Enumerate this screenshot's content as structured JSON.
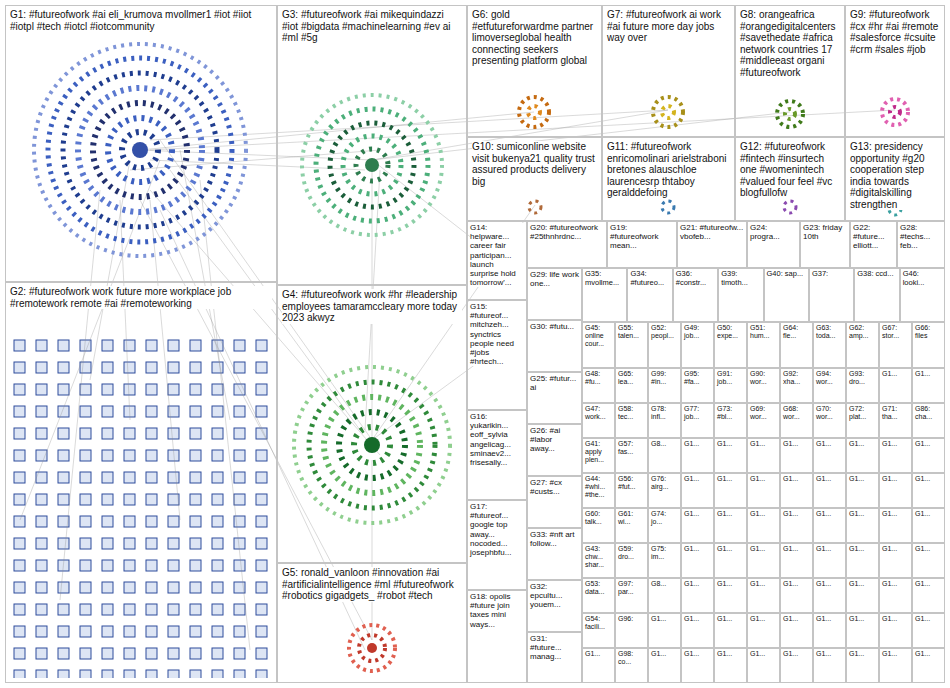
{
  "diagram": {
    "nodes": [
      {
        "text": [
          "G1: #futureofwork #ai eli_krumova mvollmer1 #iot #iiot #iotpl #tech #iotcl #iotcommunity"
        ]
      },
      {
        "text": [
          "G2: #futureofwork work future more workplace job #remotework remote #ai #remoteworking"
        ]
      },
      {
        "text": [
          "G3: #futureofwork #ai mikequindazzi #iot #bigdata #machinelearning #ev ai #ml #5g"
        ]
      },
      {
        "text": [
          "G4: #futureofwork work #hr #leadership employees tamaramccleary more today 2023 akwyz"
        ]
      },
      {
        "text": [
          "G5: ronald_vanloon #innovation #ai #artificialintelligence #ml #futureofwork #robotics gigadgets_ #robot #tech"
        ]
      },
      {
        "text": [
          "G6: gold #etfutureforwardme partner limoverseglobal health connecting seekers presenting platform global"
        ]
      },
      {
        "text": [
          "G7: #futureofwork ai work #ai future more day jobs way over"
        ]
      },
      {
        "text": [
          "G8: orangeafrica #orangedigitalcenters #savethedate #africa network countries 17 #middleeast organi #futureofwork"
        ]
      },
      {
        "text": [
          "G9: #futureofwork #cx #hr #ai #remote #salesforce #csuite #crm #sales #job"
        ]
      },
      {
        "text": [
          "G10: sumiconline website visit bukenya21 quality trust assured products delivery big"
        ]
      },
      {
        "text": [
          "G11: #futureofwork enricomolinari arielstraboni bretones alauschloe laurencesrp thtaboy geralddefoing"
        ]
      },
      {
        "text": [
          "G12: #futureofwork #fintech #insurtech one #womenintech #valued four feel #vc blogfullofw"
        ]
      },
      {
        "text": [
          "G13: presidency opportunity #g20 cooperation step india towards #digitalskilling strengthen"
        ]
      },
      {
        "text": [
          "G14: helpware... career fair participan... launch surprise hold tomorrow'..."
        ]
      },
      {
        "text": [
          "G15: #futureof... mitchzeh... synctrics people need #jobs #hrtech..."
        ]
      },
      {
        "text": [
          "G16: yukarikin... eoff_sylvia angelicag... sminaev2... frisesally..."
        ]
      },
      {
        "text": [
          "G17: #futureof... google top away... nocoded... josephbfu..."
        ]
      },
      {
        "text": [
          "G18: opolis #future join taxes mini ways..."
        ]
      },
      {
        "text": [
          "G20: #futureofwork #25thnhrdnc..."
        ]
      },
      {
        "text": [
          "G19: #futureofwork mean..."
        ]
      },
      {
        "text": [
          "G21: #futureofw... vbofeb..."
        ]
      },
      {
        "text": [
          "G24: progra..."
        ]
      },
      {
        "text": [
          "G23: friday 10th"
        ]
      },
      {
        "text": [
          "G22: #future... elliott..."
        ]
      },
      {
        "text": [
          "G28: #techs... feb..."
        ]
      },
      {
        "text": [
          "G29: life work one..."
        ]
      },
      {
        "text": [
          "G30: #futu..."
        ]
      },
      {
        "text": [
          "G25: #futur... ai"
        ]
      },
      {
        "text": [
          "G26: #ai #labor away..."
        ]
      },
      {
        "text": [
          "G27: #cx #custs..."
        ]
      },
      {
        "text": [
          "G33: #nft art follow..."
        ]
      },
      {
        "text": [
          "G32: epcultu... youem..."
        ]
      },
      {
        "text": [
          "G31: #future... manag..."
        ]
      },
      {
        "text": [
          "G35: mvollme..."
        ]
      },
      {
        "text": [
          "G34: #futureo..."
        ]
      },
      {
        "text": [
          "G36: #constr..."
        ]
      },
      {
        "text": [
          "G39: timoth..."
        ]
      },
      {
        "text": [
          "G40: sap..."
        ]
      },
      {
        "text": [
          "G37:"
        ]
      },
      {
        "text": [
          "G38: ccd..."
        ]
      },
      {
        "text": [
          "G46: looki..."
        ]
      },
      {
        "text": [
          "G45: online cour..."
        ]
      },
      {
        "text": [
          "G55: talen..."
        ]
      },
      {
        "text": [
          "G52: peopl..."
        ]
      },
      {
        "text": [
          "G49: job..."
        ]
      },
      {
        "text": [
          "G50: expe..."
        ]
      },
      {
        "text": [
          "G51: hum..."
        ]
      },
      {
        "text": [
          "G64: fle..."
        ]
      },
      {
        "text": [
          "G63: toda..."
        ]
      },
      {
        "text": [
          "G62: amp..."
        ]
      },
      {
        "text": [
          "G67: stor..."
        ]
      },
      {
        "text": [
          "G66: files"
        ]
      },
      {
        "text": [
          "G48: #fu..."
        ]
      },
      {
        "text": [
          "G65: lea..."
        ]
      },
      {
        "text": [
          "G99: #in..."
        ]
      },
      {
        "text": [
          "G95: #fa..."
        ]
      },
      {
        "text": [
          "G91: job..."
        ]
      },
      {
        "text": [
          "G90: wor..."
        ]
      },
      {
        "text": [
          "G92: xha..."
        ]
      },
      {
        "text": [
          "G94: wor..."
        ]
      },
      {
        "text": [
          "G93: dro..."
        ]
      },
      {
        "text": [
          "G1..."
        ]
      },
      {
        "text": [
          "G1..."
        ]
      },
      {
        "text": [
          "G47: work..."
        ]
      },
      {
        "text": [
          "G58: tec..."
        ]
      },
      {
        "text": [
          "G78: infl..."
        ]
      },
      {
        "text": [
          "G77: job..."
        ]
      },
      {
        "text": [
          "G73: #bl..."
        ]
      },
      {
        "text": [
          "G69: wor..."
        ]
      },
      {
        "text": [
          "G68: wor..."
        ]
      },
      {
        "text": [
          "G70: wor..."
        ]
      },
      {
        "text": [
          "G72: plat..."
        ]
      },
      {
        "text": [
          "G71: tha..."
        ]
      },
      {
        "text": [
          "G86: cha..."
        ]
      },
      {
        "text": [
          "G41: apply plen..."
        ]
      },
      {
        "text": [
          "G57: fas..."
        ]
      },
      {
        "text": [
          "G8..."
        ]
      },
      {
        "text": [
          "G1..."
        ]
      },
      {
        "text": [
          "G1..."
        ]
      },
      {
        "text": [
          "G1..."
        ]
      },
      {
        "text": [
          "G1..."
        ]
      },
      {
        "text": [
          "G1..."
        ]
      },
      {
        "text": [
          "G1..."
        ]
      },
      {
        "text": [
          "G1..."
        ]
      },
      {
        "text": [
          "G1..."
        ]
      },
      {
        "text": [
          "G44: #whi... #the..."
        ]
      },
      {
        "text": [
          "G56: #fut..."
        ]
      },
      {
        "text": [
          "G76: airg..."
        ]
      },
      {
        "text": [
          "G1..."
        ]
      },
      {
        "text": [
          "G1..."
        ]
      },
      {
        "text": [
          "G1..."
        ]
      },
      {
        "text": [
          "G1..."
        ]
      },
      {
        "text": [
          "G1..."
        ]
      },
      {
        "text": [
          "G1..."
        ]
      },
      {
        "text": [
          "G1..."
        ]
      },
      {
        "text": [
          "G1..."
        ]
      },
      {
        "text": [
          "G60: talk..."
        ]
      },
      {
        "text": [
          "G61: wi..."
        ]
      },
      {
        "text": [
          "G74: jo..."
        ]
      },
      {
        "text": [
          "G1..."
        ]
      },
      {
        "text": [
          "G1..."
        ]
      },
      {
        "text": [
          "G1..."
        ]
      },
      {
        "text": [
          "G1..."
        ]
      },
      {
        "text": [
          "G1..."
        ]
      },
      {
        "text": [
          "G1..."
        ]
      },
      {
        "text": [
          "G1..."
        ]
      },
      {
        "text": [
          "G1..."
        ]
      },
      {
        "text": [
          "G43: chw... shar..."
        ]
      },
      {
        "text": [
          "G59: dro..."
        ]
      },
      {
        "text": [
          "G75: im..."
        ]
      },
      {
        "text": [
          "G1..."
        ]
      },
      {
        "text": [
          "G1..."
        ]
      },
      {
        "text": [
          "G1..."
        ]
      },
      {
        "text": [
          "G1..."
        ]
      },
      {
        "text": [
          "G1..."
        ]
      },
      {
        "text": [
          "G1..."
        ]
      },
      {
        "text": [
          "G1..."
        ]
      },
      {
        "text": [
          "G1..."
        ]
      },
      {
        "text": [
          "G53: data..."
        ]
      },
      {
        "text": [
          "G97: par..."
        ]
      },
      {
        "text": [
          "G8..."
        ]
      },
      {
        "text": [
          "G1..."
        ]
      },
      {
        "text": [
          "G1..."
        ]
      },
      {
        "text": [
          "G1..."
        ]
      },
      {
        "text": [
          "G1..."
        ]
      },
      {
        "text": [
          "G1..."
        ]
      },
      {
        "text": [
          "G1..."
        ]
      },
      {
        "text": [
          "G1..."
        ]
      },
      {
        "text": [
          "G1..."
        ]
      },
      {
        "text": [
          "G54: facili..."
        ]
      },
      {
        "text": [
          "G96:"
        ]
      },
      {
        "text": [
          "G1..."
        ]
      },
      {
        "text": [
          "G1..."
        ]
      },
      {
        "text": [
          "G1..."
        ]
      },
      {
        "text": [
          "G1..."
        ]
      },
      {
        "text": [
          "G1..."
        ]
      },
      {
        "text": [
          "G1..."
        ]
      },
      {
        "text": [
          "G1..."
        ]
      },
      {
        "text": [
          "G1..."
        ]
      },
      {
        "text": [
          "G1..."
        ]
      },
      {
        "text": [
          "G1..."
        ]
      },
      {
        "text": [
          "G98: co..."
        ]
      },
      {
        "text": [
          "G1..."
        ]
      },
      {
        "text": [
          "G1..."
        ]
      },
      {
        "text": [
          "G1..."
        ]
      },
      {
        "text": [
          "G1..."
        ]
      },
      {
        "text": [
          "G1..."
        ]
      },
      {
        "text": [
          "G1..."
        ]
      },
      {
        "text": [
          "G1..."
        ]
      },
      {
        "text": [
          "G1..."
        ]
      },
      {
        "text": [
          "G1..."
        ]
      }
    ]
  }
}
